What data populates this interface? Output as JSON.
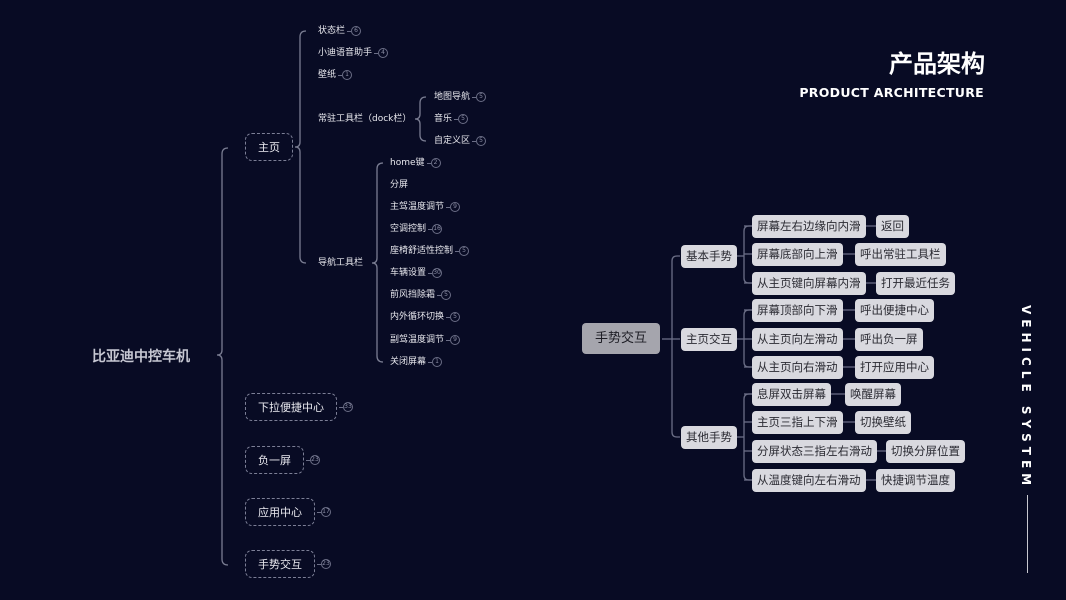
{
  "header": {
    "title": "产品架构",
    "subtitle": "PRODUCT ARCHITECTURE",
    "side_label": "VEHICLE SYSTEM"
  },
  "left_map": {
    "root": "比亚迪中控车机",
    "branches": [
      {
        "label": "主页",
        "children": [
          {
            "label": "状态栏",
            "count": "6"
          },
          {
            "label": "小迪语音助手",
            "count": "4"
          },
          {
            "label": "壁纸",
            "count": "1"
          },
          {
            "label": "常驻工具栏（dock栏）",
            "children": [
              {
                "label": "地图导航",
                "count": "5"
              },
              {
                "label": "音乐",
                "count": "5"
              },
              {
                "label": "自定义区",
                "count": "5"
              }
            ]
          },
          {
            "label": "导航工具栏",
            "children": [
              {
                "label": "home键",
                "count": "2"
              },
              {
                "label": "分屏"
              },
              {
                "label": "主驾温度调节",
                "count": "9"
              },
              {
                "label": "空调控制",
                "count": "16"
              },
              {
                "label": "座椅舒适性控制",
                "count": "5"
              },
              {
                "label": "车辆设置",
                "count": "30"
              },
              {
                "label": "前风挡除霜",
                "count": "5"
              },
              {
                "label": "内外循环切换",
                "count": "5"
              },
              {
                "label": "副驾温度调节",
                "count": "9"
              },
              {
                "label": "关闭屏幕",
                "count": "1"
              }
            ]
          }
        ]
      },
      {
        "label": "下拉便捷中心",
        "count": "33"
      },
      {
        "label": "负一屏",
        "count": "23"
      },
      {
        "label": "应用中心",
        "count": "17"
      },
      {
        "label": "手势交互",
        "count": "23"
      }
    ]
  },
  "right_map": {
    "root": "手势交互",
    "groups": [
      {
        "label": "基本手势",
        "rows": [
          {
            "gesture": "屏幕左右边缘向内滑",
            "action": "返回"
          },
          {
            "gesture": "屏幕底部向上滑",
            "action": "呼出常驻工具栏"
          },
          {
            "gesture": "从主页键向屏幕内滑",
            "action": "打开最近任务"
          }
        ]
      },
      {
        "label": "主页交互",
        "rows": [
          {
            "gesture": "屏幕顶部向下滑",
            "action": "呼出便捷中心"
          },
          {
            "gesture": "从主页向左滑动",
            "action": "呼出负一屏"
          },
          {
            "gesture": "从主页向右滑动",
            "action": "打开应用中心"
          }
        ]
      },
      {
        "label": "其他手势",
        "rows": [
          {
            "gesture": "息屏双击屏幕",
            "action": "唤醒屏幕"
          },
          {
            "gesture": "主页三指上下滑",
            "action": "切换壁纸"
          },
          {
            "gesture": "分屏状态三指左右滑动",
            "action": "切换分屏位置"
          },
          {
            "gesture": "从温度键向左右滑动",
            "action": "快捷调节温度"
          }
        ]
      }
    ]
  },
  "colors": {
    "background": "#080b24",
    "line": "#6b6e86",
    "box": "#d9d9df",
    "root_box": "#a5a5ad"
  }
}
